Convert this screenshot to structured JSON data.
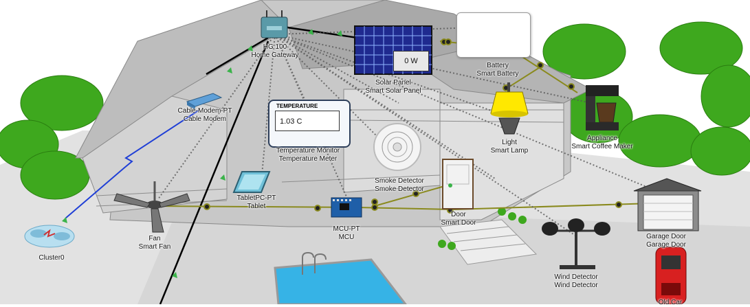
{
  "devices": {
    "home_gateway": {
      "line1": "HG 100",
      "line2": "Home Gateway"
    },
    "cable_modem": {
      "line1": "Cable-Modem-PT",
      "line2": "Cable Modem"
    },
    "solar_panel": {
      "line1": "Solar Panel",
      "line2": "Smart Solar Panel",
      "readout": "0 W"
    },
    "battery": {
      "line1": "Battery",
      "line2": "Smart Battery"
    },
    "temperature_meter": {
      "header": "TEMPERATURE",
      "readout": "1.03 C",
      "line1": "Temperature Monitor",
      "line2": "Temperature Meter"
    },
    "smart_lamp": {
      "line1": "Light",
      "line2": "Smart Lamp"
    },
    "coffee_maker": {
      "line1": "Appliance",
      "line2": "Smart Coffee Maker"
    },
    "smoke_detector": {
      "line1": "Smoke Detector",
      "line2": "Smoke Detector"
    },
    "tablet": {
      "line1": "TabletPC-PT",
      "line2": "Tablet"
    },
    "smart_fan": {
      "line1": "Fan",
      "line2": "Smart Fan"
    },
    "mcu": {
      "line1": "MCU-PT",
      "line2": "MCU"
    },
    "smart_door": {
      "line1": "Door",
      "line2": "Smart Door"
    },
    "garage_door": {
      "line1": "Garage Door",
      "line2": "Garage Door"
    },
    "wind_detector": {
      "line1": "Wind Detector",
      "line2": "Wind Detector"
    },
    "cluster": {
      "line1": "Cluster0"
    },
    "old_car": {
      "line1": "Old Car"
    }
  },
  "colors": {
    "iot_link": "#8a8a1e",
    "copper_link": "#000000",
    "coax_link": "#1f3fd6",
    "wireless_link": "#555555",
    "tree_green": "#3ea81e",
    "pool_blue": "#36b3e6"
  }
}
